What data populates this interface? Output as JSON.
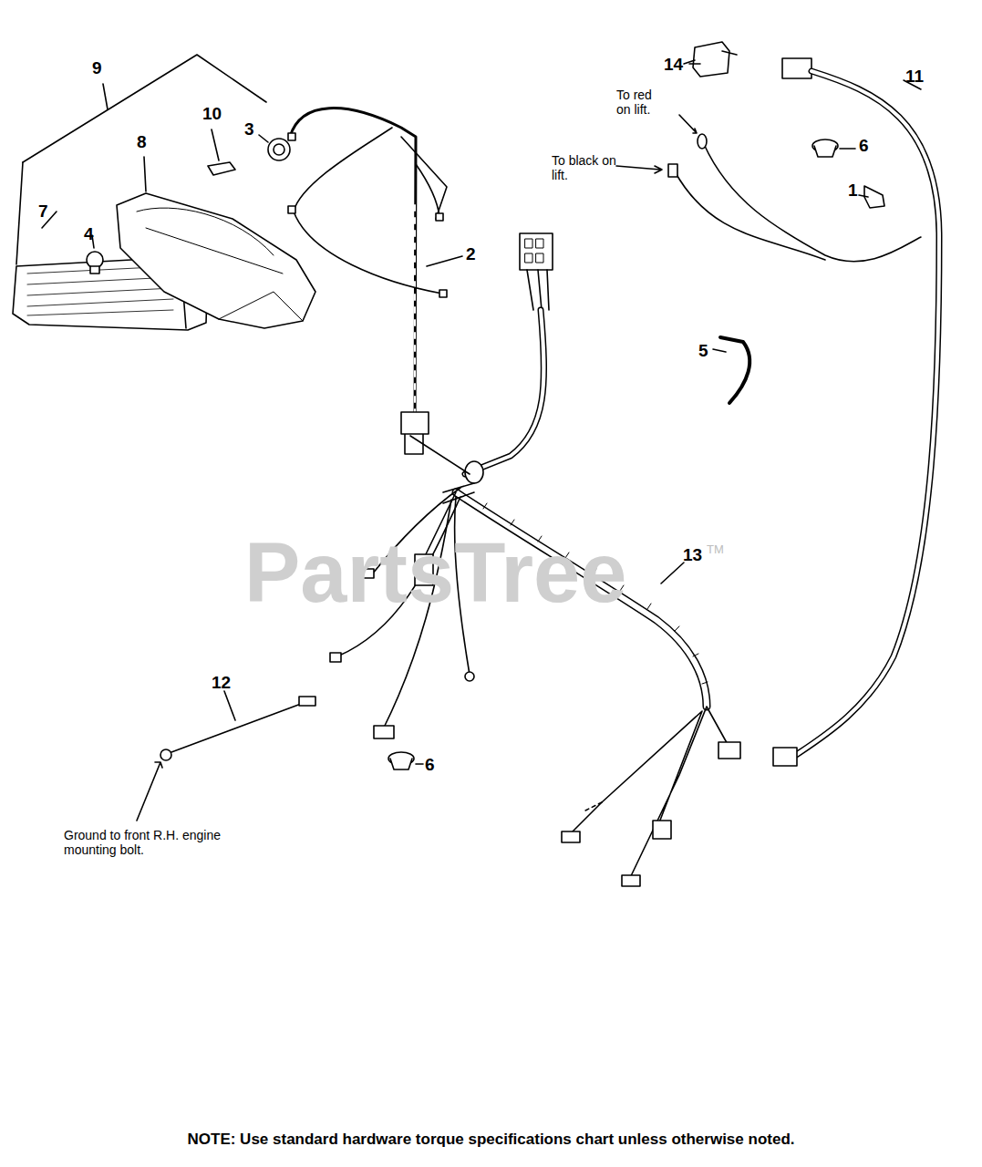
{
  "diagram": {
    "labels": [
      "9",
      "10",
      "3",
      "8",
      "7",
      "4",
      "2",
      "14",
      "11",
      "To red on lift.",
      "To black on lift.",
      "6",
      "1",
      "5",
      "13",
      "12",
      "6",
      "Ground to front R.H. engine mounting bolt.",
      "PartsTree",
      "TM",
      "NOTE: Use standard hardware torque specifications chart unless otherwise noted."
    ]
  }
}
